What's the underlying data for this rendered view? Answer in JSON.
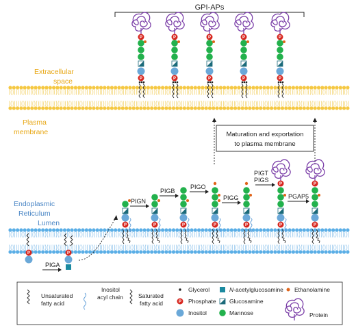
{
  "labels": {
    "gpi_aps": "GPI-APs",
    "extracellular_1": "Extracellular",
    "extracellular_2": "space",
    "plasma_1": "Plasma",
    "plasma_2": "membrane",
    "maturation_1": "Maturation and exportation",
    "maturation_2": "to plasma membrane",
    "er_1": "Endoplasmic",
    "er_2": "Reticulum",
    "er_3": "Lumen"
  },
  "enzymes": {
    "piga": "PIGA",
    "pign": "PIGN",
    "pigb": "PIGB",
    "pigo": "PIGO",
    "pigg": "PIGG",
    "pigt": "PIGT",
    "pigs": "PIGS",
    "pgap5": "PGAP5"
  },
  "phosphate_symbol": "P",
  "legend": {
    "unsaturated_1": "Unsaturated",
    "unsaturated_2": "fatty acid",
    "inositol_acyl_1": "Inositol",
    "inositol_acyl_2": "acyl chain",
    "saturated_1": "Saturated",
    "saturated_2": "fatty acid",
    "glycerol": "Glycerol",
    "phosphate": "Phosphate",
    "inositol": "Inositol",
    "n_acetyl_prefix": "N",
    "n_acetyl_rest": "-acetylglucosamine",
    "glucosamine": "Glucosamine",
    "mannose": "Mannose",
    "ethanolamine": "Ethanolamine",
    "protein": "Protein"
  },
  "colors": {
    "membrane": "#f5c842",
    "er_membrane": "#5aaee6",
    "inositol": "#6aa8d8",
    "mannose": "#22b14c",
    "phosphate": "#d7261e",
    "ethanolamine": "#e0641a",
    "protein": "#7b3fa8",
    "glcnac": "#1b8aa0",
    "label_orange": "#e8a817",
    "label_blue": "#4a86c5"
  }
}
